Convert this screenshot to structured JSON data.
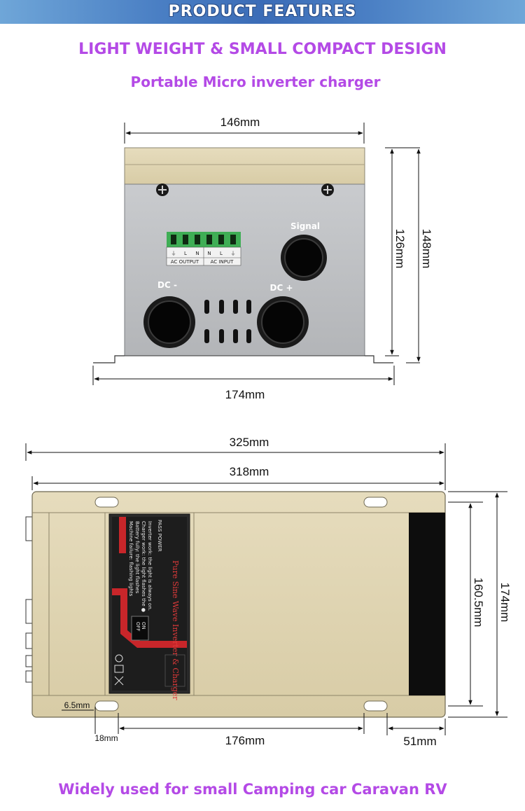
{
  "banner": {
    "title": "PRODUCT FEATURES"
  },
  "headline": "LIGHT WEIGHT & SMALL COMPACT DESIGN",
  "subheadline": "Portable Micro inverter charger",
  "footer": "Widely used for small Camping car Caravan RV",
  "front_view": {
    "width_top": "146mm",
    "height_inner": "126mm",
    "height_outer": "148mm",
    "width_base": "174mm",
    "labels": {
      "signal": "Signal",
      "dc_minus": "DC -",
      "dc_plus": "DC +"
    },
    "terminal_symbols": [
      "⏚",
      "L",
      "N",
      "N",
      "L",
      "⏚"
    ],
    "terminal_groups": {
      "output": "AC OUTPUT",
      "input": "AC INPUT"
    }
  },
  "top_view": {
    "length_total": "325mm",
    "length_body": "318mm",
    "height_outer": "174mm",
    "height_inner": "160.5mm",
    "hole_offset": "6.5mm",
    "edge_offset": "18mm",
    "hole_spacing": "176mm",
    "end_width": "51mm"
  },
  "sticker": {
    "brand": "PASS POWER",
    "title": "Pure Sine Wave Inverter & Charger",
    "notes": [
      "Inverter work: the light is always on.",
      "Charger work: the light flashes the ●",
      "Battery fully: the light flashes",
      "Machine failure: flashing lights"
    ],
    "switch_on": "ON",
    "switch_off": "OFF"
  },
  "colors": {
    "headline": "#b44ae6",
    "housing": "#e1d6b5",
    "panel": "#bfc1c4",
    "banner": "#3b6cb7"
  }
}
